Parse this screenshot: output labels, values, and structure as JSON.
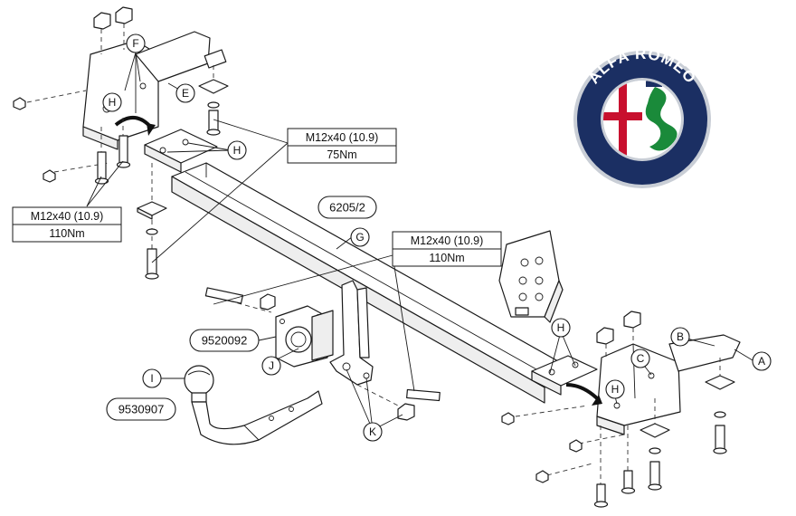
{
  "callouts": {
    "A": "A",
    "B": "B",
    "C": "C",
    "E": "E",
    "F": "F",
    "G": "G",
    "H": "H",
    "I": "I",
    "J": "J",
    "K": "K"
  },
  "specs": {
    "spec_top_right": {
      "bolt": "M12x40 (10.9)",
      "torque": "75Nm"
    },
    "spec_left": {
      "bolt": "M12x40 (10.9)",
      "torque": "110Nm"
    },
    "spec_center": {
      "bolt": "M12x40 (10.9)",
      "torque": "110Nm"
    }
  },
  "part_numbers": {
    "crossbar": "6205/2",
    "socket_plate": "9520092",
    "towball": "9530907"
  },
  "logo": {
    "brand_text": "ALFA ROMEO",
    "colors": {
      "ring": "#1b2f63",
      "ring_edge": "#c9ced6",
      "red": "#c8102e",
      "green": "#1a8a3a",
      "field": "#ffffff"
    }
  }
}
